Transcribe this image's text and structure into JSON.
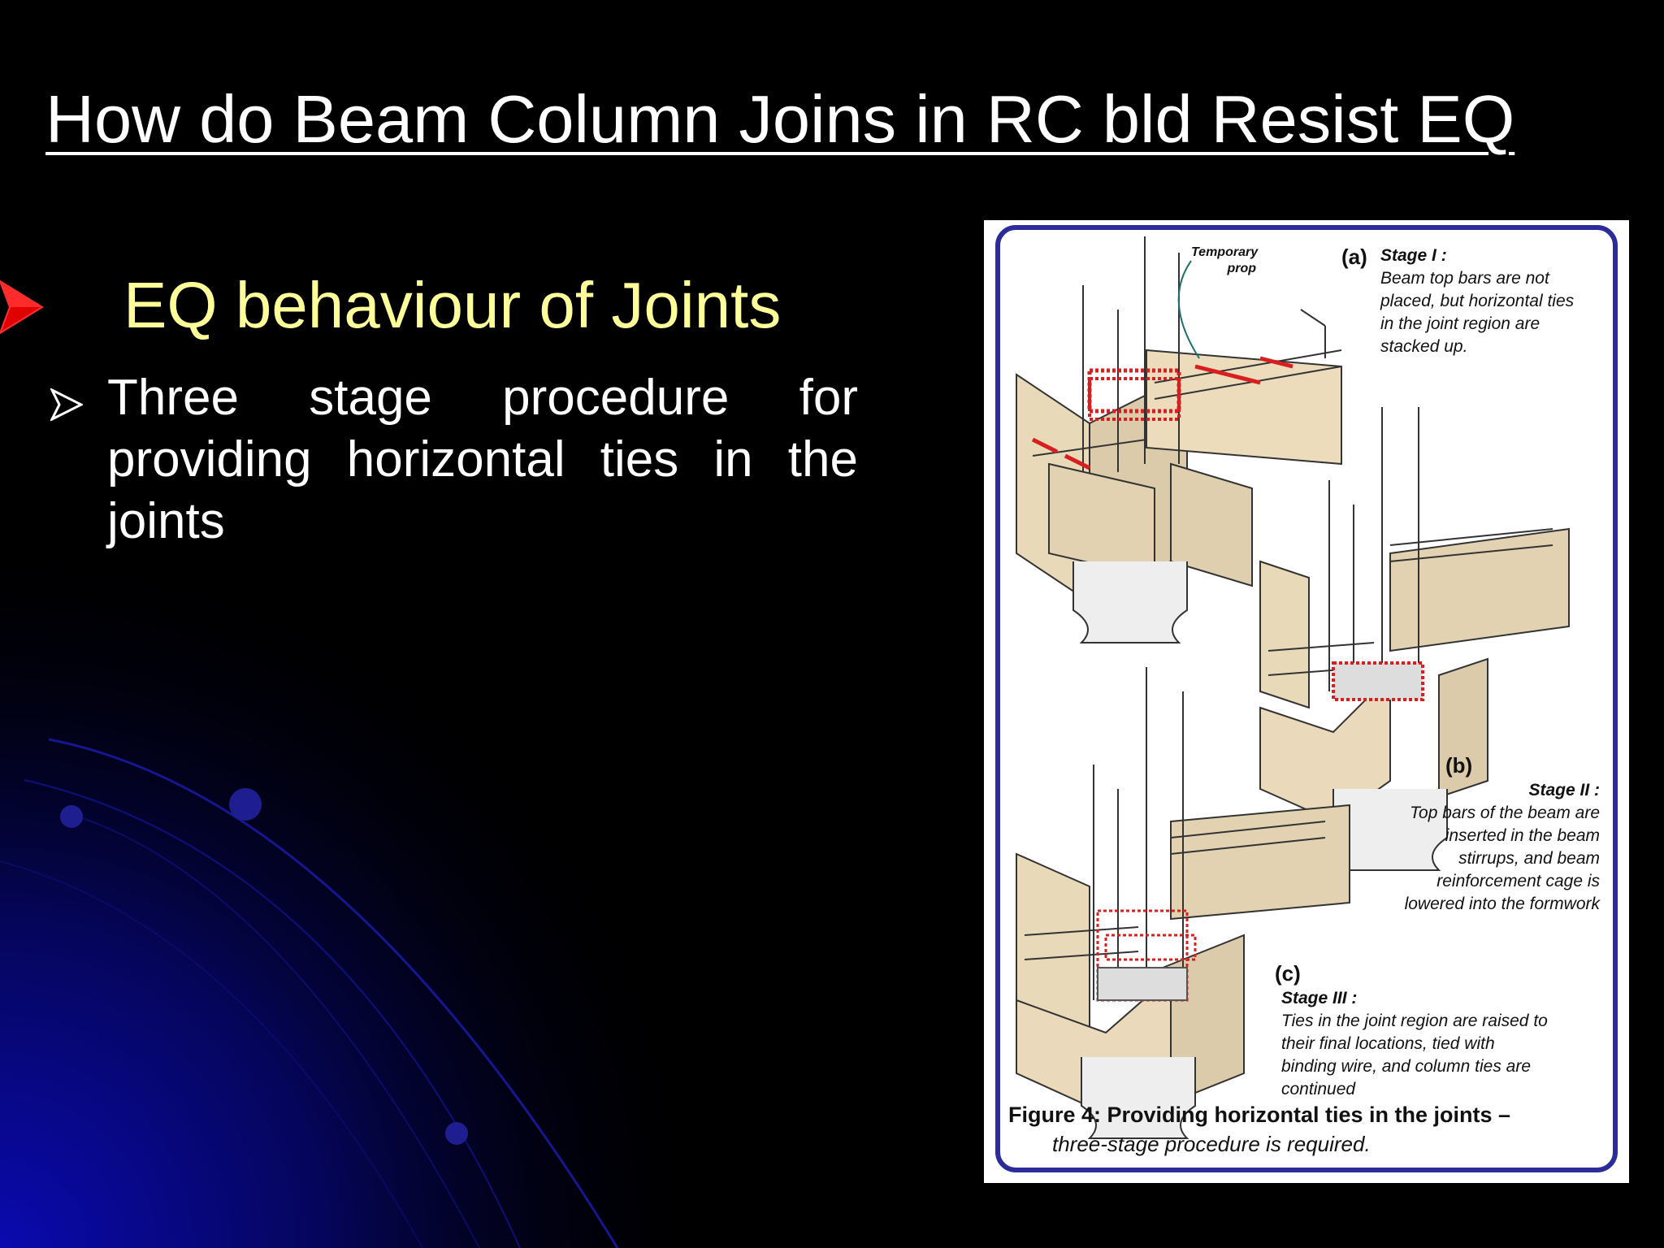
{
  "slide": {
    "title": "How do Beam Column Joins in RC bld Resist EQ",
    "bullet_level1": "EQ behaviour of Joints",
    "bullet_level2": "Three stage procedure for providing horizontal ties in the joints"
  },
  "figure": {
    "temporary_prop": "Temporary prop",
    "stage_a": {
      "tag": "(a)",
      "heading": "Stage I :",
      "text": "Beam top bars are not placed, but horizontal ties in the joint region are stacked up."
    },
    "stage_b": {
      "tag": "(b)",
      "heading": "Stage II :",
      "text": "Top bars of the beam are inserted in the beam stirrups, and beam reinforcement cage is lowered into the formwork"
    },
    "stage_c": {
      "tag": "(c)",
      "heading": "Stage III :",
      "text": "Ties in the joint region are raised to their final locations, tied with binding wire, and column ties are continued"
    },
    "caption_bold": "Figure 4: Providing horizontal ties in the joints –",
    "caption_italic": "three-stage procedure is required."
  },
  "colors": {
    "background": "#000000",
    "title": "#ffffff",
    "level1_text": "#ffff99",
    "level1_bullet": "#e00000",
    "figure_border": "#2b2b9a",
    "formwork": "#e8d9b9",
    "ties": "#d81e1e"
  },
  "icons": {
    "level1_bullet": "red-arrowhead-icon",
    "level2_bullet": "white-arrowhead-icon"
  }
}
